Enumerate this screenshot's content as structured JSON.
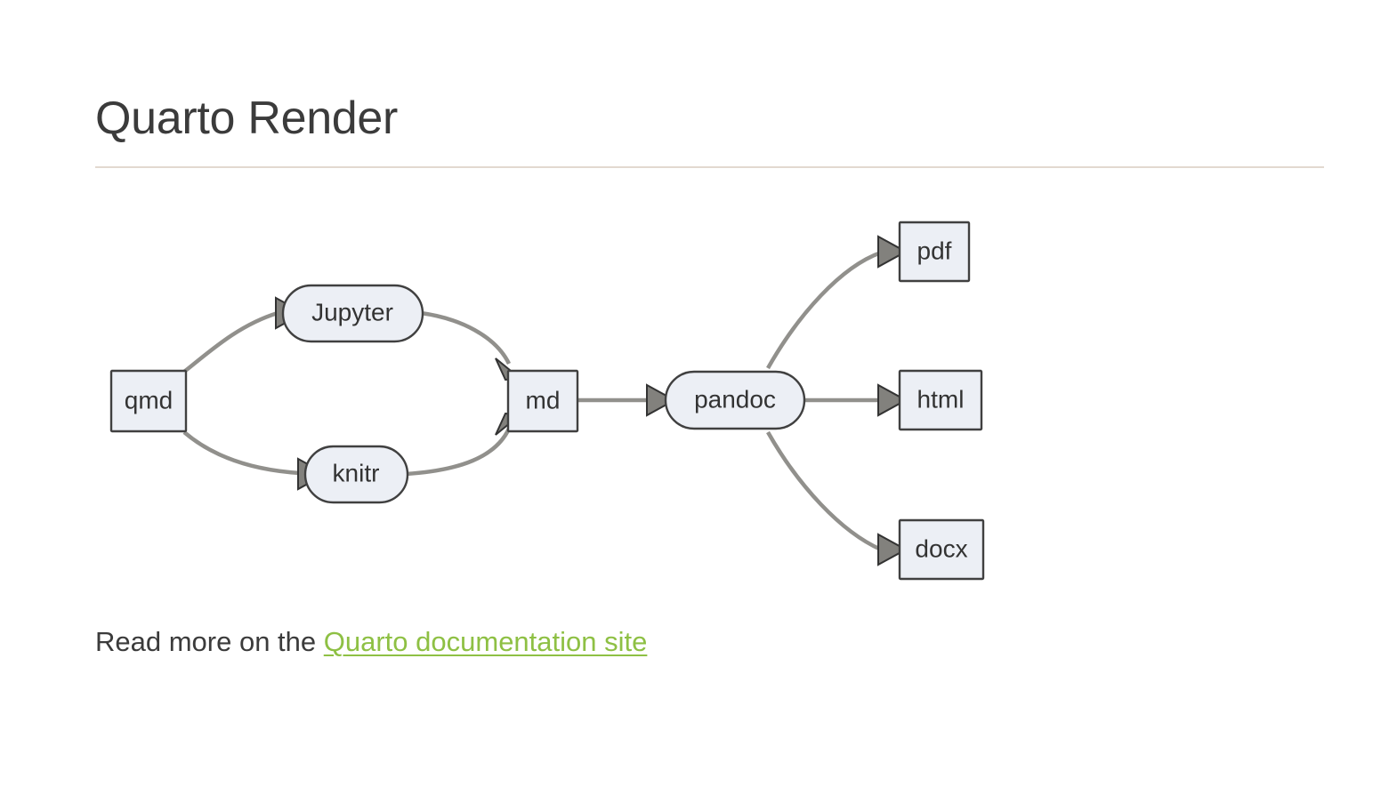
{
  "document": {
    "title": "Quarto Render",
    "background_color": "#ffffff",
    "title_color": "#3b3b3b",
    "rule_color": "#e2d9d0",
    "link_color": "#8ec044"
  },
  "diagram": {
    "name": "quarto-render-flowchart",
    "type": "flowchart",
    "direction": "left-to-right",
    "node_fill": "#eceff5",
    "node_stroke": "#404040",
    "edge_color": "#91908c",
    "nodes": [
      {
        "id": "qmd",
        "label": "qmd",
        "shape": "rect"
      },
      {
        "id": "jupyter",
        "label": "Jupyter",
        "shape": "stadium"
      },
      {
        "id": "knitr",
        "label": "knitr",
        "shape": "stadium"
      },
      {
        "id": "md",
        "label": "md",
        "shape": "rect"
      },
      {
        "id": "pandoc",
        "label": "pandoc",
        "shape": "stadium"
      },
      {
        "id": "pdf",
        "label": "pdf",
        "shape": "rect"
      },
      {
        "id": "html",
        "label": "html",
        "shape": "rect"
      },
      {
        "id": "docx",
        "label": "docx",
        "shape": "rect"
      }
    ],
    "edges": [
      {
        "from": "qmd",
        "to": "jupyter"
      },
      {
        "from": "qmd",
        "to": "knitr"
      },
      {
        "from": "jupyter",
        "to": "md"
      },
      {
        "from": "knitr",
        "to": "md"
      },
      {
        "from": "md",
        "to": "pandoc"
      },
      {
        "from": "pandoc",
        "to": "pdf"
      },
      {
        "from": "pandoc",
        "to": "html"
      },
      {
        "from": "pandoc",
        "to": "docx"
      }
    ]
  },
  "footer": {
    "text_before": "Read more on the ",
    "link_label": "Quarto documentation site"
  }
}
